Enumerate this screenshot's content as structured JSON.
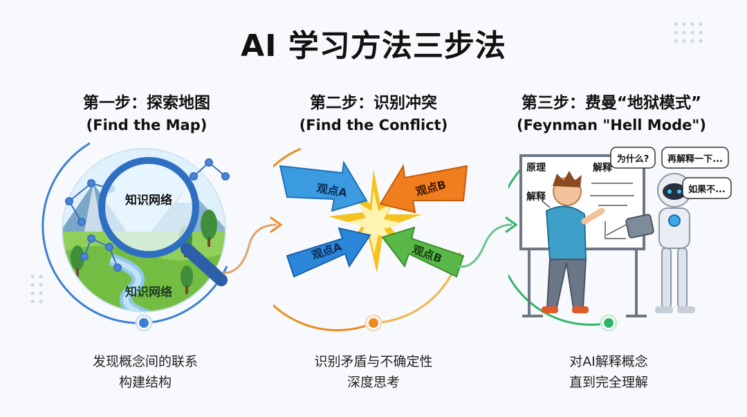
{
  "title": "AI 学习方法三步法",
  "steps": [
    {
      "heading": "第一步：探索地图",
      "subheading": "(Find the Map)",
      "labels": {
        "top": "知识网络",
        "bottom": "知识网络"
      },
      "desc_line1": "发现概念间的联系",
      "desc_line2": "构建结构",
      "accent": "#3a7fd5"
    },
    {
      "heading": "第二步：识别冲突",
      "subheading": "(Find the Conflict)",
      "labels": {
        "a1": "观点A",
        "a2": "观点A",
        "b1": "观点B",
        "b2": "观点B"
      },
      "desc_line1": "识别矛盾与不确定性",
      "desc_line2": "深度思考",
      "accent": "#f08a1c"
    },
    {
      "heading": "第三步：费曼“地狱模式”",
      "subheading": "(Feynman \"Hell Mode\")",
      "labels": {
        "board_left_top": "原理",
        "board_left_bottom": "解释",
        "board_right": "解释"
      },
      "bubbles": [
        "为什么?",
        "再解释一下...",
        "如果不..."
      ],
      "desc_line1": "对AI解释概念",
      "desc_line2": "直到完全理解",
      "accent": "#2fb56a"
    }
  ]
}
